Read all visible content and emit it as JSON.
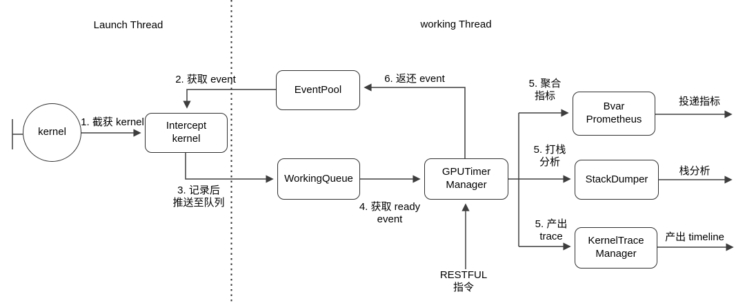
{
  "diagram": {
    "lanes": {
      "launch": "Launch Thread",
      "working": "working Thread"
    },
    "nodes": {
      "kernel": "kernel",
      "intercept_kernel": "Intercept\nkernel",
      "event_pool": "EventPool",
      "working_queue": "WorkingQueue",
      "gputimer_manager": "GPUTimer\nManager",
      "bvar_prometheus": "Bvar\nPrometheus",
      "stack_dumper": "StackDumper",
      "kernel_trace_manager": "KernelTrace\nManager"
    },
    "edge_labels": {
      "step1": "1. 截获 kernel",
      "step2": "2. 获取 event",
      "step3": "3. 记录后\n推送至队列",
      "step4": "4. 获取 ready\nevent",
      "step5_metrics": "5. 聚合\n指标",
      "step5_stack": "5. 打栈\n分析",
      "step5_trace": "5. 产出\ntrace",
      "step6": "6. 返还 event",
      "restful": "RESTFUL\n指令",
      "out_metrics": "投递指标",
      "out_stack": "栈分析",
      "out_timeline": "产出 timeline"
    },
    "colors": {
      "line": "#3d3d3d",
      "text": "#000000",
      "background": "#ffffff"
    }
  }
}
